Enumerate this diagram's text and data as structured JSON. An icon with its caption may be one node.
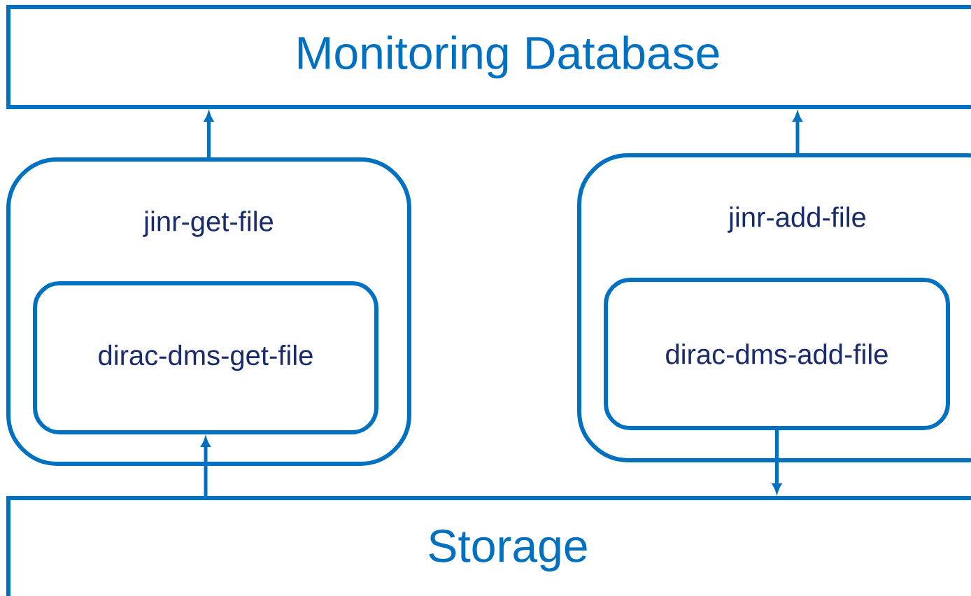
{
  "diagram": {
    "nodes": [
      {
        "text": [
          "Monitoring Database"
        ]
      },
      {
        "text": [
          "jinr-get-file"
        ]
      },
      {
        "text": [
          "dirac-dms-get-file"
        ],
        "in": 1
      },
      {
        "text": [
          "jinr-add-file"
        ]
      },
      {
        "text": [
          "dirac-dms-add-file"
        ],
        "in": 3
      },
      {
        "text": [
          "Storage"
        ]
      }
    ],
    "edges": [
      {
        "from": 1,
        "to": 0,
        "arrow": "to"
      },
      {
        "from": 5,
        "to": 2,
        "arrow": "to"
      },
      {
        "from": 3,
        "to": 0,
        "arrow": "to"
      },
      {
        "from": 4,
        "to": 5,
        "arrow": "to"
      }
    ]
  }
}
